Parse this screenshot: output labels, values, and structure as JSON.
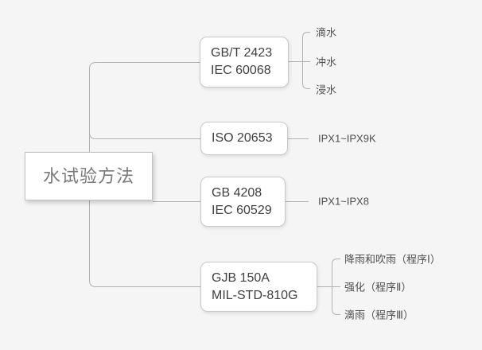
{
  "diagram": {
    "type": "mind-map",
    "root": {
      "label": "水试验方法"
    },
    "branches": [
      {
        "lines": [
          "GB/T 2423",
          "IEC 60068"
        ],
        "leaves": [
          "滴水",
          "冲水",
          "浸水"
        ]
      },
      {
        "lines": [
          "ISO 20653"
        ],
        "leaves": [
          "IPX1~IPX9K"
        ]
      },
      {
        "lines": [
          "GB 4208",
          "IEC 60529"
        ],
        "leaves": [
          "IPX1~IPX8"
        ]
      },
      {
        "lines": [
          "GJB 150A",
          "MIL-STD-810G"
        ],
        "leaves": [
          "降雨和吹雨（程序Ⅰ）",
          "强化（程序Ⅱ）",
          "滴雨（程序Ⅲ）"
        ]
      }
    ],
    "colors": {
      "canvas_bg": "#f5f5f5",
      "node_bg": "#ffffff",
      "node_border": "#c9c9c9",
      "root_border": "#c2c2c2",
      "connector": "#b1b1b1",
      "root_text": "#7a7a7a",
      "node_text": "#3f3f3f",
      "leaf_text": "#4f4f4f"
    }
  }
}
